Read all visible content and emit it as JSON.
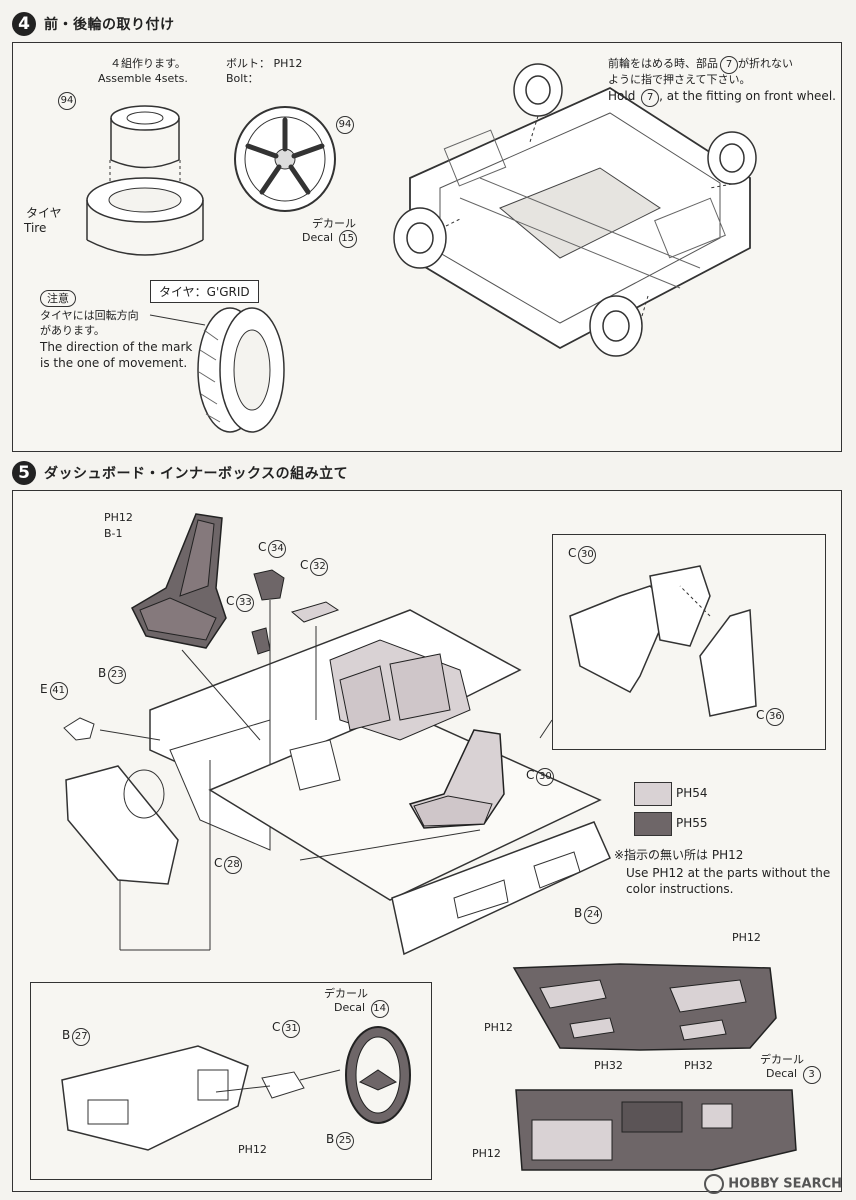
{
  "step4": {
    "number": "4",
    "title": "前・後輪の取り付け",
    "assemble_jp": "４組作ります。",
    "assemble_en": "Assemble 4sets.",
    "wheel_part": "94",
    "tire_jp": "タイヤ",
    "tire_en": "Tire",
    "bolt_jp": "ボルト：",
    "bolt_paint": "PH12",
    "bolt_en": "Bolt：",
    "decal_jp": "デカール",
    "decal_en": "Decal",
    "decal_num": "15",
    "caution_tag": "注意",
    "caution_jp1": "タイヤには回転方向",
    "caution_jp2": "があります。",
    "caution_en1": "The direction of the mark",
    "caution_en2": "is the one of movement.",
    "tire_brand": "タイヤ：G'GRID",
    "front_note_jp1": "前輪をはめる時、部品",
    "front_note_part": "7",
    "front_note_jp1b": "が折れない",
    "front_note_jp2": "ように指で押さえて下さい。",
    "front_note_en_a": "Hold",
    "front_note_en_b": ", at the fitting on front wheel."
  },
  "step5": {
    "number": "5",
    "title": "ダッシュボード・インナーボックスの組み立て",
    "seat_paint": "PH12",
    "seat_part": "B-1",
    "c34": "C",
    "c34_num": "34",
    "c32": "C",
    "c32_num": "32",
    "c33": "C",
    "c33_num": "33",
    "b23": "B",
    "b23_num": "23",
    "e41": "E",
    "e41_num": "41",
    "c28": "C",
    "c28_num": "28",
    "c30": "C",
    "c30_num": "30",
    "c36": "C",
    "c36_num": "36",
    "b24": "B",
    "b24_num": "24",
    "ph54": "PH54",
    "ph55": "PH55",
    "note_jp": "※指示の無い所は PH12",
    "note_en1": "Use PH12 at the parts without the",
    "note_en2": "color instructions.",
    "door_ph12_a": "PH12",
    "door_ph12_b": "PH12",
    "door_ph32_a": "PH32",
    "door_ph32_b": "PH32",
    "dash_decal_jp": "デカール",
    "dash_decal_en": "Decal",
    "dash_decal_num": "3",
    "dash_ph12": "PH12",
    "b27": "B",
    "b27_num": "27",
    "c31": "C",
    "c31_num": "31",
    "wheel_decal_jp": "デカール",
    "wheel_decal_en": "Decal",
    "wheel_decal_num": "14",
    "b25": "B",
    "b25_num": "25",
    "dash_bottom_ph12": "PH12"
  },
  "colors": {
    "light_gray": "#d9d2d4",
    "dark_gray": "#6e6668",
    "line": "#333333"
  },
  "watermark": "HOBBY SEARCH"
}
